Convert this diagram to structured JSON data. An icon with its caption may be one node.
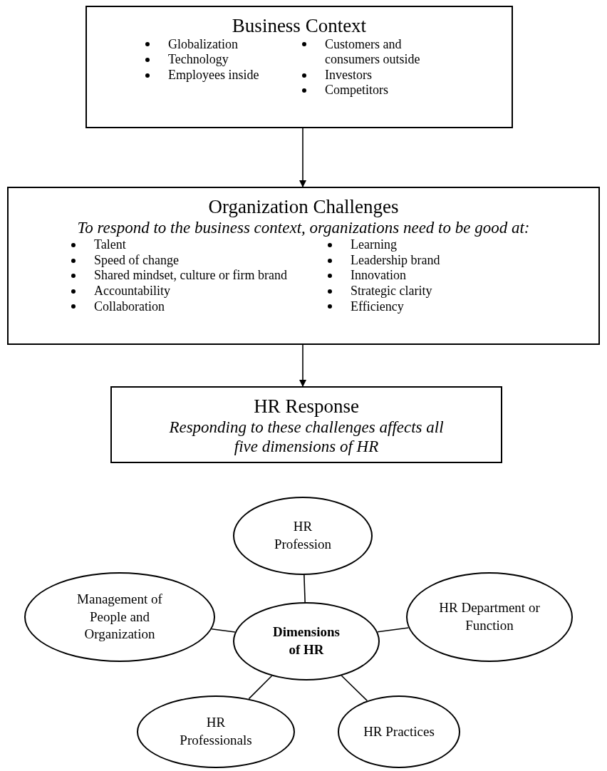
{
  "diagram": {
    "nodes": [
      {
        "text": [
          "Business Context",
          "Globalization",
          "Technology",
          "Employees inside",
          "Customers and consumers outside",
          "Investors",
          "Competitors"
        ]
      },
      {
        "text": [
          "Organization Challenges",
          "To respond to the business context, organizations need to be good at:",
          "Talent",
          "Speed of change",
          "Shared mindset, culture or firm brand",
          "Accountability",
          "Collaboration",
          "Learning",
          "Leadership brand",
          "Innovation",
          "Strategic clarity",
          "Efficiency"
        ]
      },
      {
        "text": [
          "HR Response",
          "Responding to these challenges affects all five dimensions of HR"
        ]
      },
      {
        "text": [
          "HR Profession"
        ]
      },
      {
        "text": [
          "Management of People and Organization"
        ]
      },
      {
        "text": [
          "Dimensions of HR"
        ]
      },
      {
        "text": [
          "HR Department or Function"
        ]
      },
      {
        "text": [
          "HR Professionals"
        ]
      },
      {
        "text": [
          "HR Practices"
        ]
      }
    ],
    "edges": [
      {
        "from": 0,
        "to": 1,
        "arrow": "to"
      },
      {
        "from": 1,
        "to": 2,
        "arrow": "to"
      },
      {
        "from": 5,
        "to": 3,
        "arrow": "none"
      },
      {
        "from": 5,
        "to": 4,
        "arrow": "none"
      },
      {
        "from": 5,
        "to": 6,
        "arrow": "none"
      },
      {
        "from": 5,
        "to": 7,
        "arrow": "none"
      },
      {
        "from": 5,
        "to": 8,
        "arrow": "none"
      }
    ]
  }
}
